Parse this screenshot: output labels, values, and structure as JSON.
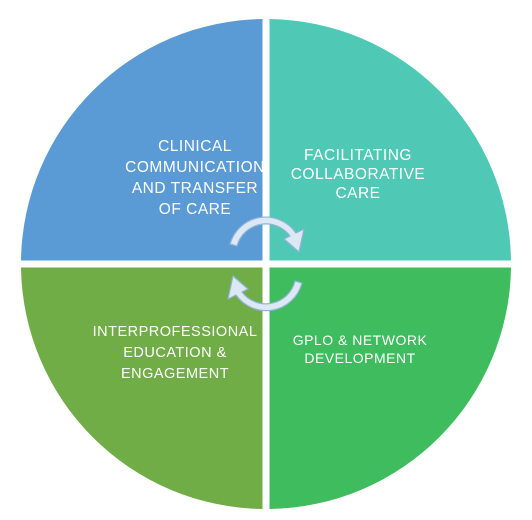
{
  "quadrants": [
    {
      "id": "top-left",
      "label": "CLINICAL\nCOMMUNICATION\nAND TRANSFER\nOF CARE",
      "color": "#5b9bd5"
    },
    {
      "id": "top-right",
      "label": "FACILITATING\nCOLLABORATIVE\nCARE",
      "color": "#4fc9b5"
    },
    {
      "id": "bottom-left",
      "label": "INTERPROFESSIONAL\nEDUCATION  &\nENGAGEMENT",
      "color": "#70ad47"
    },
    {
      "id": "bottom-right",
      "label": "GPLO & NETWORK\nDEVELOPMENT",
      "color": "#3fbc5d"
    }
  ],
  "center": {
    "icon": "cycle-arrows-icon",
    "arrow_fill": "#dce8f4",
    "arrow_stroke": "#8fb4d8"
  }
}
